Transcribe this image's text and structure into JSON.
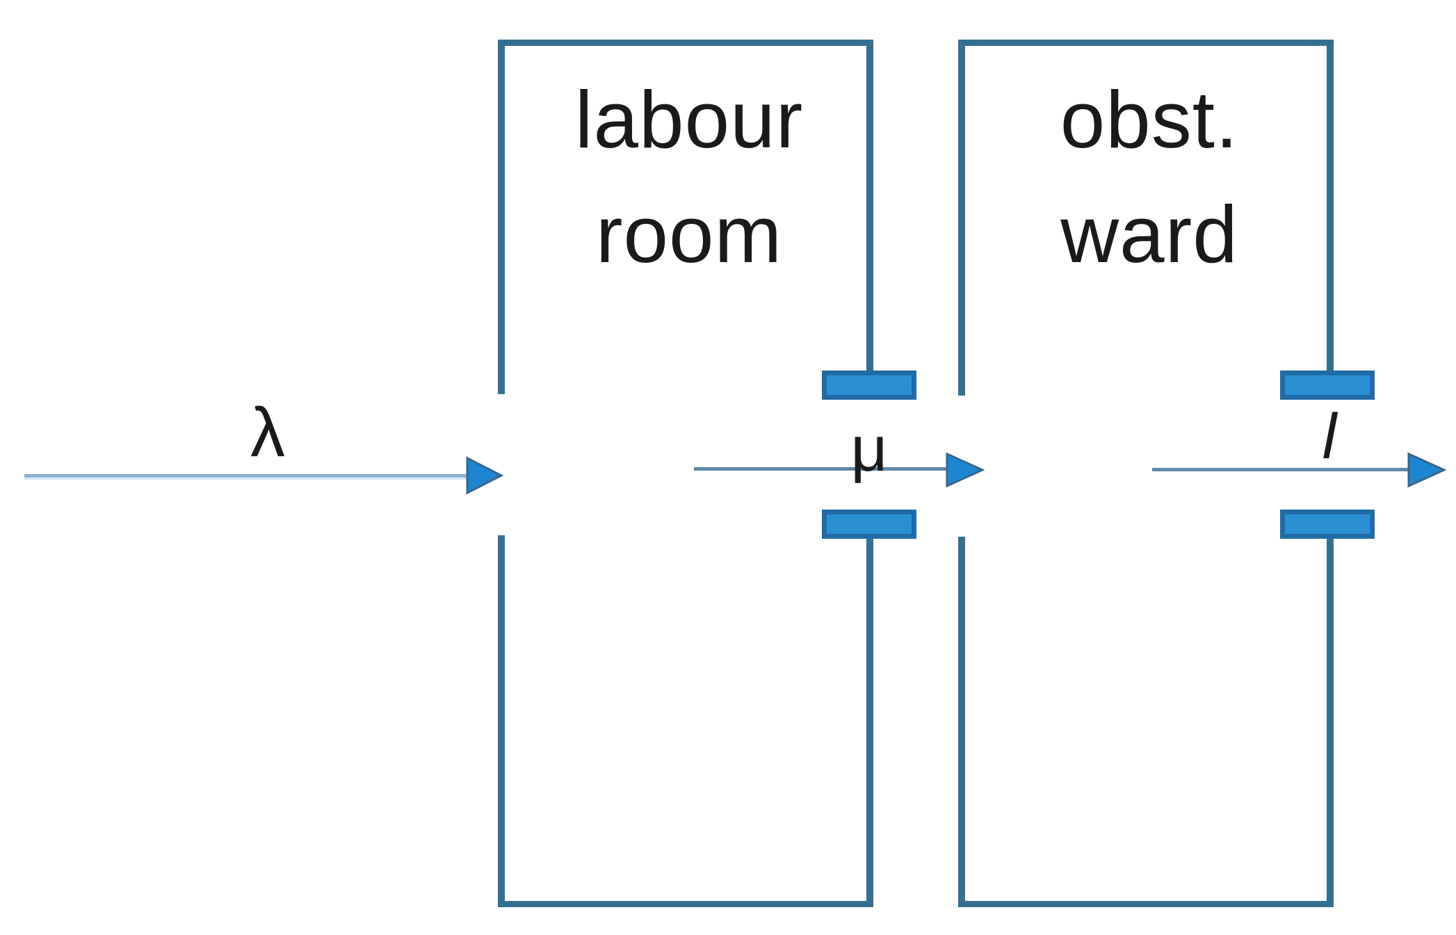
{
  "diagram": {
    "type": "queueing-flow-diagram",
    "boxes": [
      {
        "name": "labour room",
        "line1": "labour",
        "line2": "room"
      },
      {
        "name": "obst. ward",
        "line1": "obst.",
        "line2": "ward"
      }
    ],
    "arrows": [
      {
        "name": "arrival rate",
        "label": "λ"
      },
      {
        "name": "transfer rate",
        "label": "μ"
      },
      {
        "name": "discharge rate",
        "label": "l"
      }
    ],
    "colors": {
      "background": "#FFFFFF",
      "wall": "#356F90",
      "door-fill": "#2B90D3",
      "door-border": "#1F6BA6",
      "arrival-line-top": "#87AECF",
      "arrival-line-bottom": "#CBE3F6",
      "flow-line": "#5E87A8",
      "arrowhead": "#1C86D2",
      "arrowhead-rim": "#35678F",
      "text": "#1A1A1A"
    }
  }
}
